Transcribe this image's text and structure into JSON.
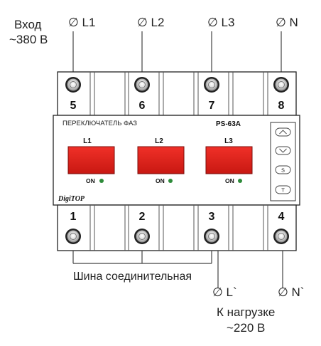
{
  "inputs": {
    "title_line1": "Вход",
    "title_line2": "~380 В",
    "terminals": [
      "∅ L1",
      "∅ L2",
      "∅ L3",
      "∅ N"
    ]
  },
  "device": {
    "top_numbers": [
      "5",
      "6",
      "7",
      "8"
    ],
    "bottom_numbers": [
      "1",
      "2",
      "3",
      "4"
    ],
    "name": "ПЕРЕКЛЮЧАТЕЛЬ ФАЗ",
    "model": "PS-63A",
    "brand": "DigiTOP",
    "phases": [
      {
        "label": "L1",
        "on": "ON"
      },
      {
        "label": "L2",
        "on": "ON"
      },
      {
        "label": "L3",
        "on": "ON"
      }
    ],
    "buttons": [
      "S",
      "T"
    ],
    "display_color": "#e0201e",
    "led_color": "#2e8b3a"
  },
  "outputs": {
    "bus_label": "Шина соединительная",
    "terminals": [
      "∅ L`",
      "∅ N`"
    ],
    "load_line1": "К нагрузке",
    "load_line2": "~220 В"
  }
}
